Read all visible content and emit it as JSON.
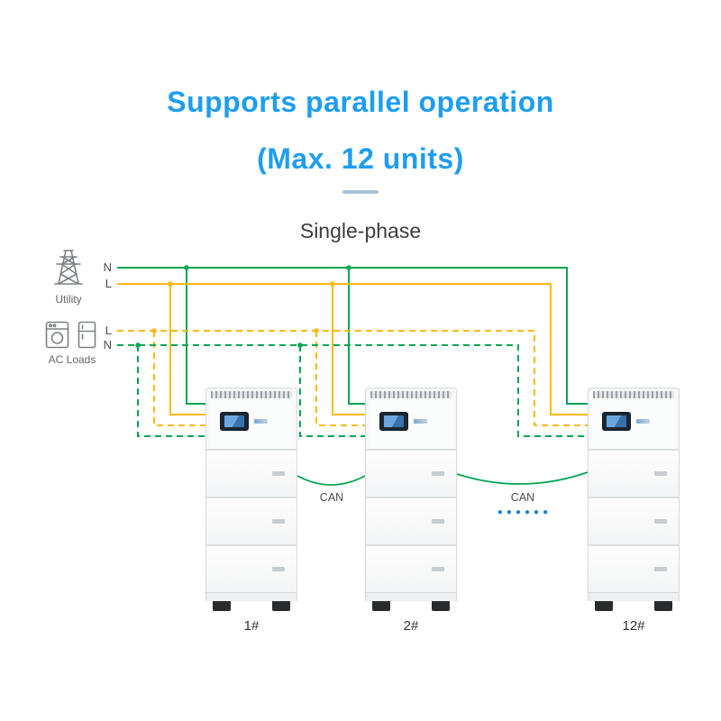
{
  "title": {
    "line1": "Supports parallel operation",
    "line2": "(Max. 12 units)"
  },
  "subtitle": "Single-phase",
  "sources": {
    "utility": {
      "label": "Utility",
      "wires": [
        {
          "name": "N",
          "color": "green",
          "style": "solid"
        },
        {
          "name": "L",
          "color": "yellow",
          "style": "solid"
        }
      ]
    },
    "ac_loads": {
      "label": "AC Loads",
      "wires": [
        {
          "name": "L",
          "color": "yellow",
          "style": "dashed"
        },
        {
          "name": "N",
          "color": "green",
          "style": "dashed"
        }
      ]
    }
  },
  "units": [
    {
      "label": "1#"
    },
    {
      "label": "2#"
    },
    {
      "label": "12#"
    }
  ],
  "connections": [
    {
      "label": "CAN"
    },
    {
      "label": "CAN"
    }
  ],
  "more_units_indicator": "●●●●●●",
  "colors": {
    "accent": "#1e9df2",
    "divider": "#a9c3d4",
    "wire_green": "#00a551",
    "wire_yellow": "#fcb814",
    "dots_blue": "#1a7fd4"
  }
}
